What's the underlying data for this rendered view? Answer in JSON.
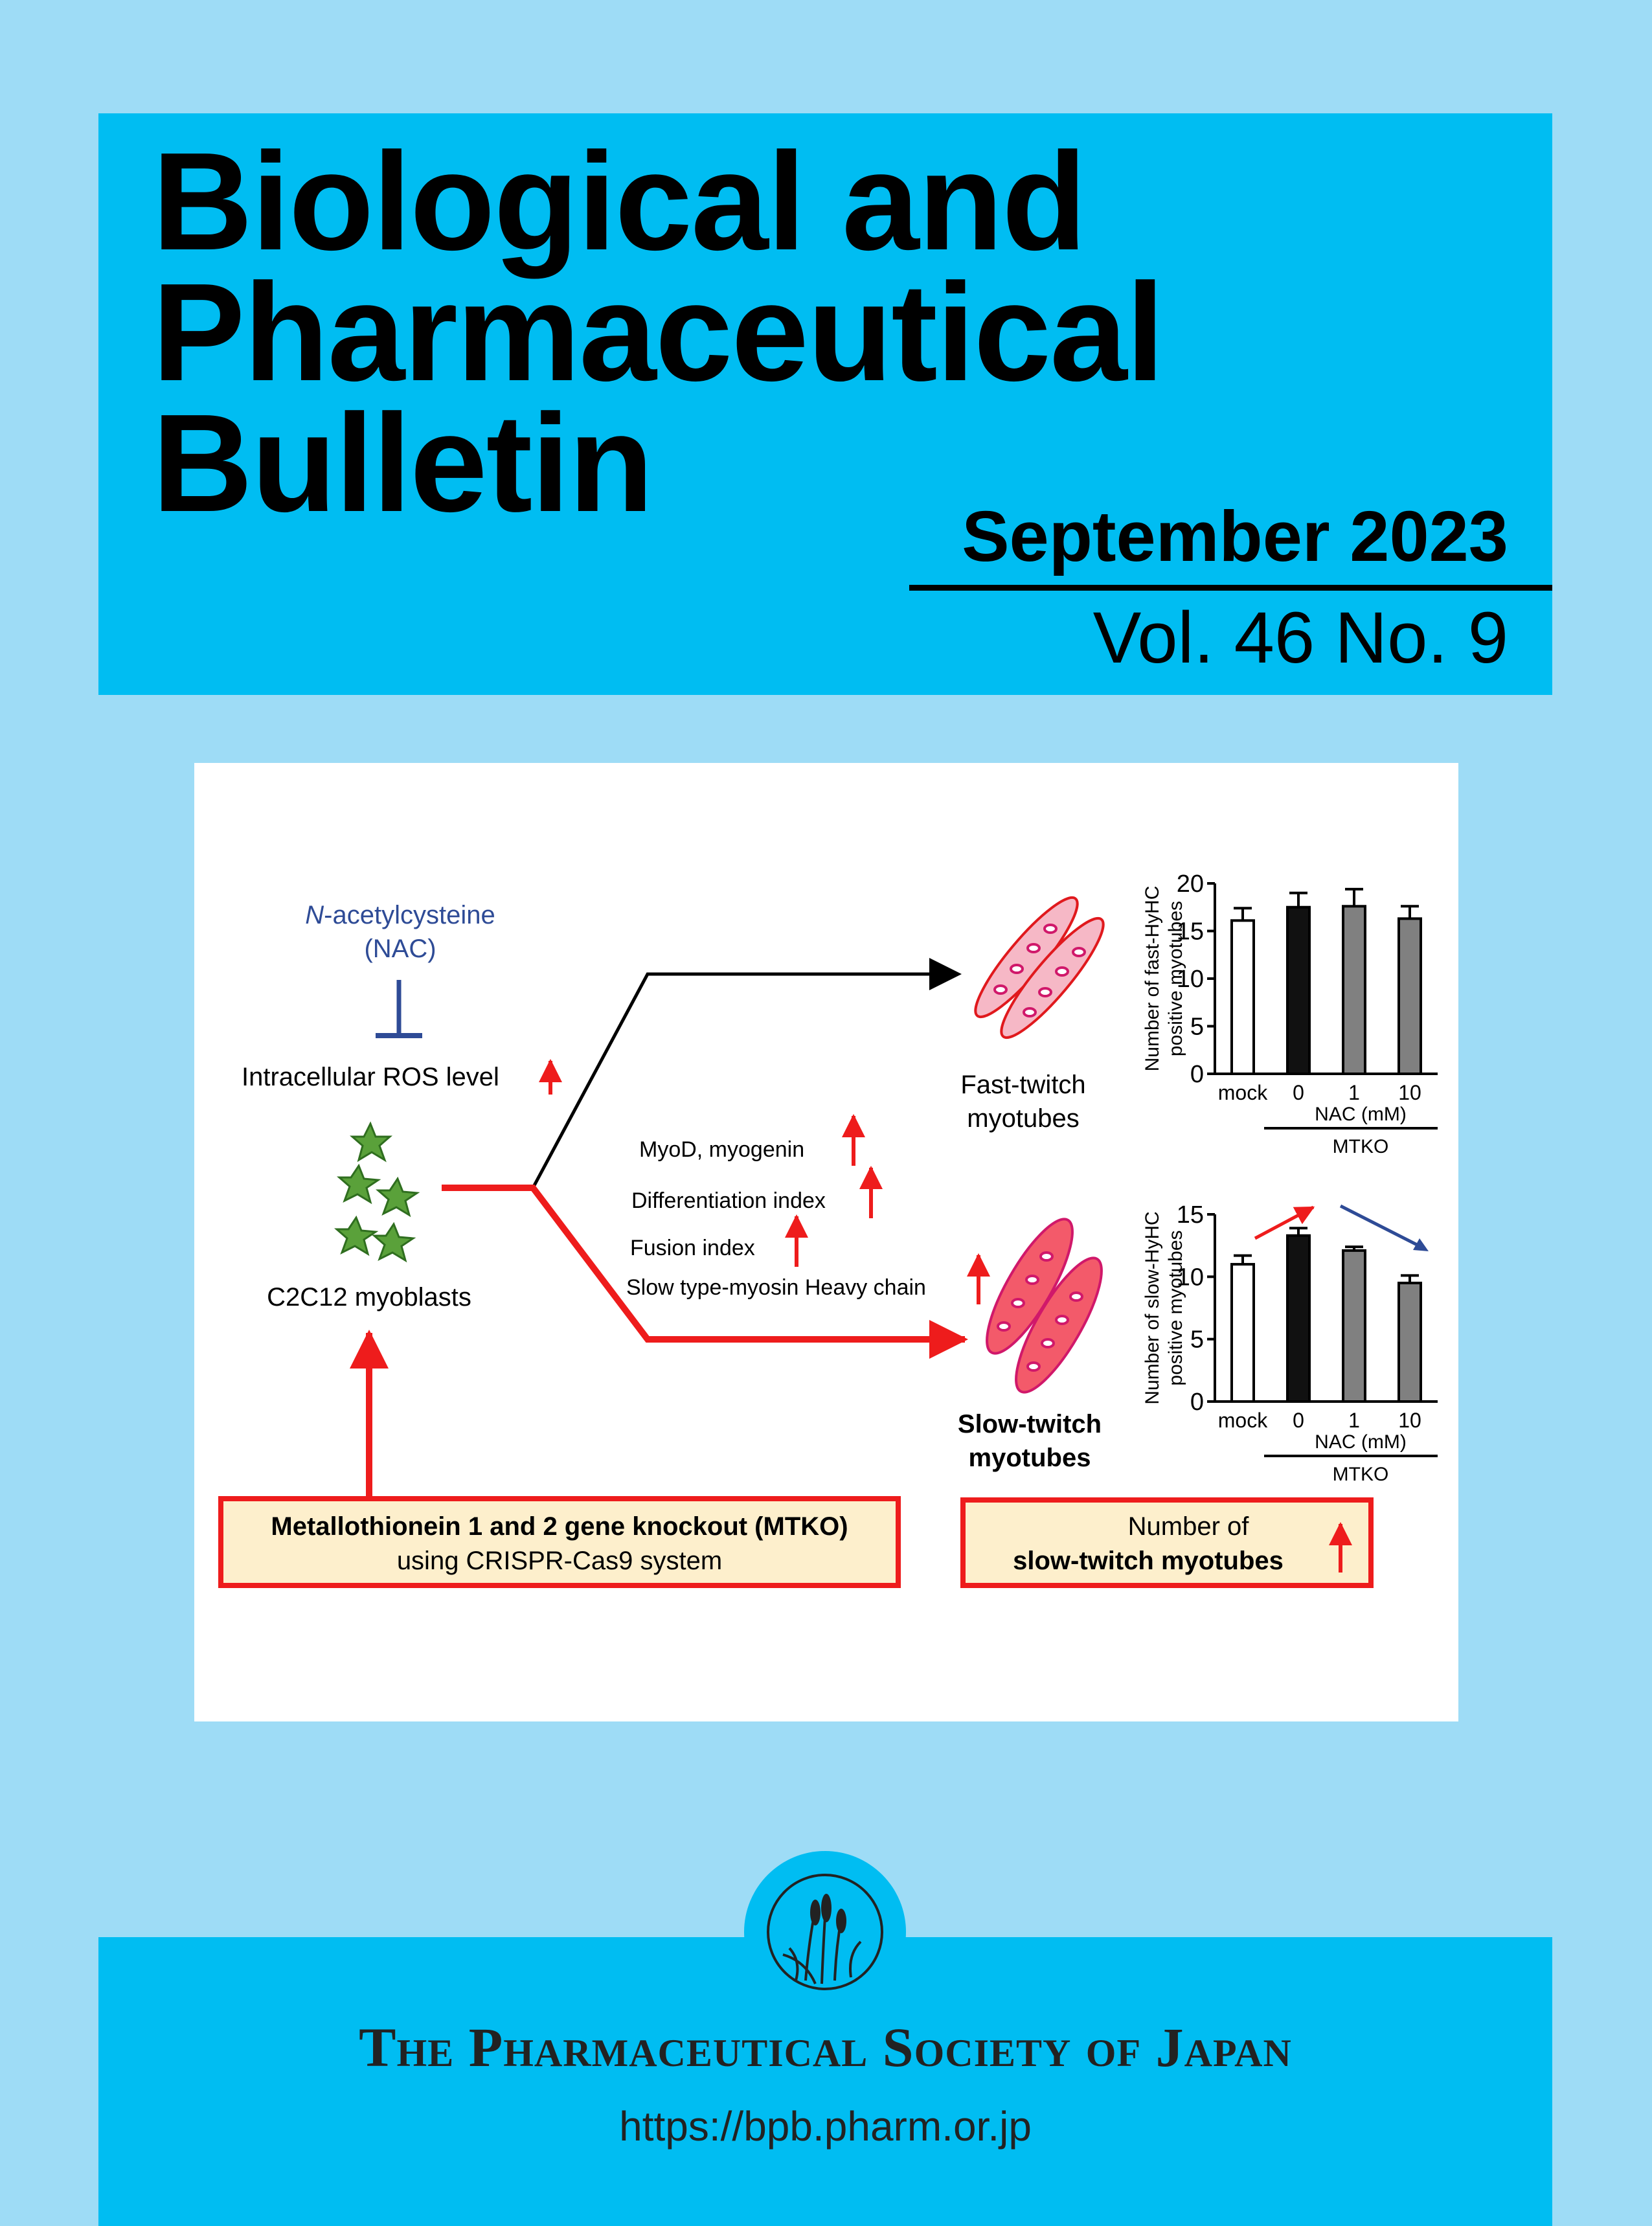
{
  "cover": {
    "title_lines": [
      "Biological and",
      "Pharmaceutical",
      "Bulletin"
    ],
    "issue_date": "September 2023",
    "volume": "Vol. 46 No. 9"
  },
  "graphic": {
    "nac_line1_italic": "N",
    "nac_line1_rest": "-acetylcysteine",
    "nac_line2": "(NAC)",
    "ros_label": "Intracellular ROS level",
    "myoblasts_label": "C2C12 myoblasts",
    "fast_label_1": "Fast-twitch",
    "fast_label_2": "myotubes",
    "slow_label_1": "Slow-twitch",
    "slow_label_2": "myotubes",
    "markers": [
      "MyoD, myogenin",
      "Differentiation index",
      "Fusion index",
      "Slow type-myosin Heavy chain"
    ],
    "mtko_line1": "Metallothionein 1 and 2 gene knockout (MTKO)",
    "mtko_line2": "using CRISPR-Cas9 system",
    "result_line1": "Number of",
    "result_line2": "slow-twitch myotubes"
  },
  "chart_data": [
    {
      "type": "bar",
      "categories": [
        "mock",
        "0",
        "1",
        "10"
      ],
      "values": [
        16.1,
        17.5,
        17.6,
        16.3
      ],
      "errors": [
        1.3,
        1.5,
        1.8,
        1.3
      ],
      "bar_colors": [
        "#ffffff",
        "#111111",
        "#808080",
        "#808080"
      ],
      "ylabel_lines": [
        "Number of fast-HyHC",
        "positive myotubes"
      ],
      "ylim": [
        0,
        20
      ],
      "yticks": [
        0,
        5,
        10,
        15,
        20
      ],
      "group_label": "NAC (mM)",
      "group_label2": "MTKO"
    },
    {
      "type": "bar",
      "categories": [
        "mock",
        "0",
        "1",
        "10"
      ],
      "values": [
        11.0,
        13.3,
        12.1,
        9.5
      ],
      "errors": [
        0.7,
        0.6,
        0.3,
        0.6
      ],
      "bar_colors": [
        "#ffffff",
        "#111111",
        "#808080",
        "#808080"
      ],
      "ylabel_lines": [
        "Number of slow-HyHC",
        "positive myotubes"
      ],
      "ylim": [
        0,
        15
      ],
      "yticks": [
        0,
        5,
        10,
        15
      ],
      "group_label": "NAC (mM)",
      "group_label2": "MTKO"
    }
  ],
  "footer": {
    "society": "The Pharmaceutical Society of Japan",
    "url": "https://bpb.pharm.or.jp"
  },
  "colors": {
    "background": "#9edcf6",
    "band": "#00bdf2",
    "accent_red": "#ee1c1c",
    "nac_blue": "#2e4b96",
    "box_fill": "#fdefcc"
  }
}
